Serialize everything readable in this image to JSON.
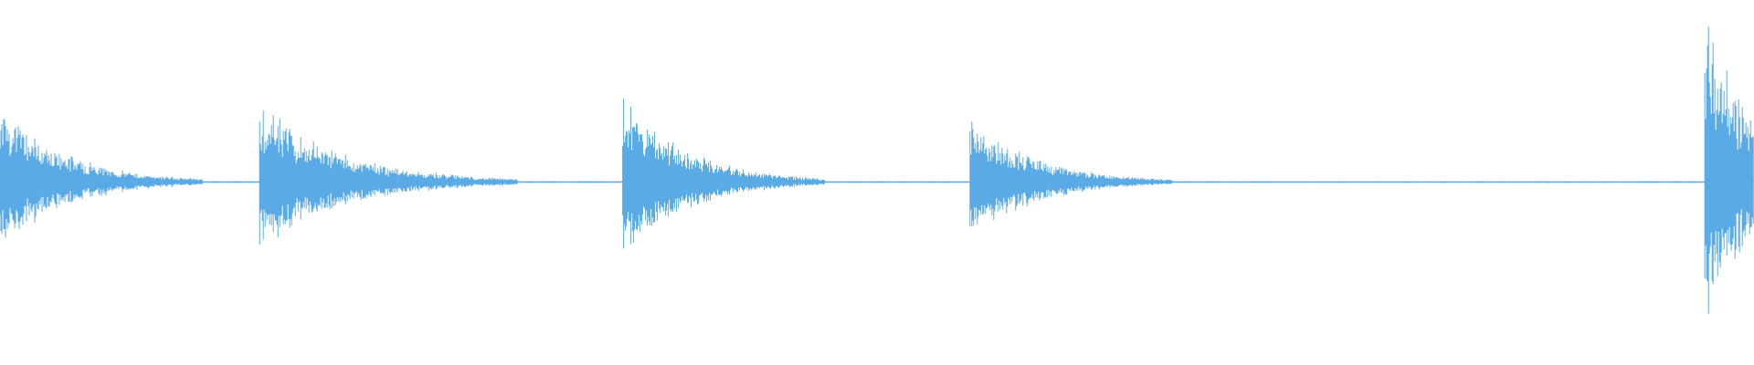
{
  "waveform": {
    "color": "#5aaae6",
    "baseline_amplitude": 0.004,
    "duration": 1.0,
    "onsets": [
      {
        "time": 0.0,
        "peak": 0.4,
        "decay": 0.036
      },
      {
        "time": 0.148,
        "peak": 0.4,
        "decay": 0.046
      },
      {
        "time": 0.355,
        "peak": 0.44,
        "decay": 0.036
      },
      {
        "time": 0.553,
        "peak": 0.34,
        "decay": 0.036
      },
      {
        "time": 0.972,
        "peak": 0.84,
        "decay": 0.028
      }
    ]
  }
}
